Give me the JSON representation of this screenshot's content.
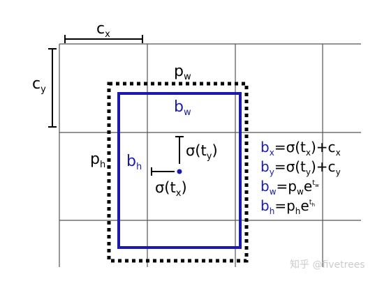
{
  "colors": {
    "grid": "#555555",
    "black": "#000000",
    "blue": "#1a1ab0",
    "watermark": "#cccccc"
  },
  "labels": {
    "cx": {
      "base": "c",
      "sub": "x"
    },
    "cy": {
      "base": "c",
      "sub": "y"
    },
    "pw": {
      "base": "p",
      "sub": "w"
    },
    "ph": {
      "base": "p",
      "sub": "h"
    },
    "bw": {
      "base": "b",
      "sub": "w"
    },
    "bh": {
      "base": "b",
      "sub": "h"
    },
    "sigma_ty": {
      "pre": "σ(t",
      "sub": "y",
      "post": ")"
    },
    "sigma_tx": {
      "pre": "σ(t",
      "sub": "x",
      "post": ")"
    }
  },
  "equations": [
    {
      "lhs": "b",
      "lhs_sub": "x",
      "rhs_pre": "=σ(t",
      "rhs_sub": "x",
      "rhs_post": ")+c",
      "tail_sub": "x"
    },
    {
      "lhs": "b",
      "lhs_sub": "y",
      "rhs_pre": "=σ(t",
      "rhs_sub": "y",
      "rhs_post": ")+c",
      "tail_sub": "y"
    },
    {
      "lhs": "b",
      "lhs_sub": "w",
      "rhs_pre": "=p",
      "rhs_sub": "w",
      "rhs_post": "e",
      "sup": "t",
      "sup_sub": "w"
    },
    {
      "lhs": "b",
      "lhs_sub": "h",
      "rhs_pre": "=p",
      "rhs_sub": "h",
      "rhs_post": "e",
      "sup": "t",
      "sup_sub": "h"
    }
  ],
  "watermark": "知乎 @fivetrees"
}
